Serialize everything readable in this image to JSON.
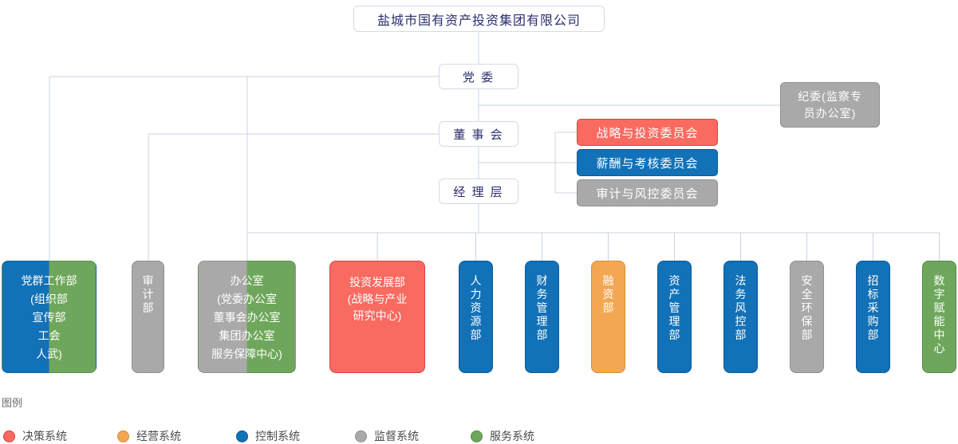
{
  "company": {
    "name": "盐城市国有资产投资集团有限公司"
  },
  "governance": {
    "party_committee": "党 委",
    "board": "董 事 会",
    "management": "经 理 层"
  },
  "discipline": {
    "name": "纪委(监察专员办公室)",
    "line1": "纪委(监察专",
    "line2": "员办公室)"
  },
  "committees": [
    {
      "label": "战略与投资委员会",
      "system": "决策系统"
    },
    {
      "label": "薪酬与考核委员会",
      "system": "控制系统"
    },
    {
      "label": "审计与风控委员会",
      "system": "监督系统"
    }
  ],
  "departments": [
    {
      "name": "党群工作部(组织部 宣传部 工会 人武)",
      "lines": [
        "党群工作部",
        "(组织部",
        "宣传部",
        "工会",
        "人武)"
      ],
      "systems": [
        "控制系统",
        "服务系统"
      ]
    },
    {
      "name": "审计部",
      "systems": [
        "监督系统"
      ]
    },
    {
      "name": "办公室(党委办公室 董事会办公室 集团办公室 服务保障中心)",
      "lines": [
        "办公室",
        "(党委办公室",
        "董事会办公室",
        "集团办公室",
        "服务保障中心)"
      ],
      "systems": [
        "监督系统",
        "服务系统"
      ]
    },
    {
      "name": "投资发展部(战略与产业研究中心)",
      "lines": [
        "投资发展部",
        "(战略与产业",
        "研究中心)"
      ],
      "systems": [
        "决策系统"
      ]
    },
    {
      "name": "人力资源部",
      "systems": [
        "控制系统"
      ]
    },
    {
      "name": "财务管理部",
      "systems": [
        "控制系统"
      ]
    },
    {
      "name": "融资部",
      "systems": [
        "经营系统"
      ]
    },
    {
      "name": "资产管理部",
      "systems": [
        "控制系统"
      ]
    },
    {
      "name": "法务风控部",
      "systems": [
        "控制系统"
      ]
    },
    {
      "name": "安全环保部",
      "systems": [
        "监督系统"
      ]
    },
    {
      "name": "招标采购部",
      "systems": [
        "控制系统"
      ]
    },
    {
      "name": "数字赋能中心",
      "systems": [
        "服务系统"
      ]
    }
  ],
  "legend": {
    "title": "图例",
    "items": [
      {
        "label": "决策系统",
        "color": "#f96a61"
      },
      {
        "label": "经营系统",
        "color": "#f3a753"
      },
      {
        "label": "控制系统",
        "color": "#1271b7"
      },
      {
        "label": "监督系统",
        "color": "#a9a9a9"
      },
      {
        "label": "服务系统",
        "color": "#6ea75b"
      }
    ]
  },
  "colors": {
    "decision_red": "#f96a61",
    "operation_orange": "#f3a753",
    "control_blue": "#1271b7",
    "supervision_gray": "#a9a9a9",
    "service_green": "#6ea75b",
    "connector_line": "#c9d3e2",
    "governance_text": "#2b2e6f"
  }
}
